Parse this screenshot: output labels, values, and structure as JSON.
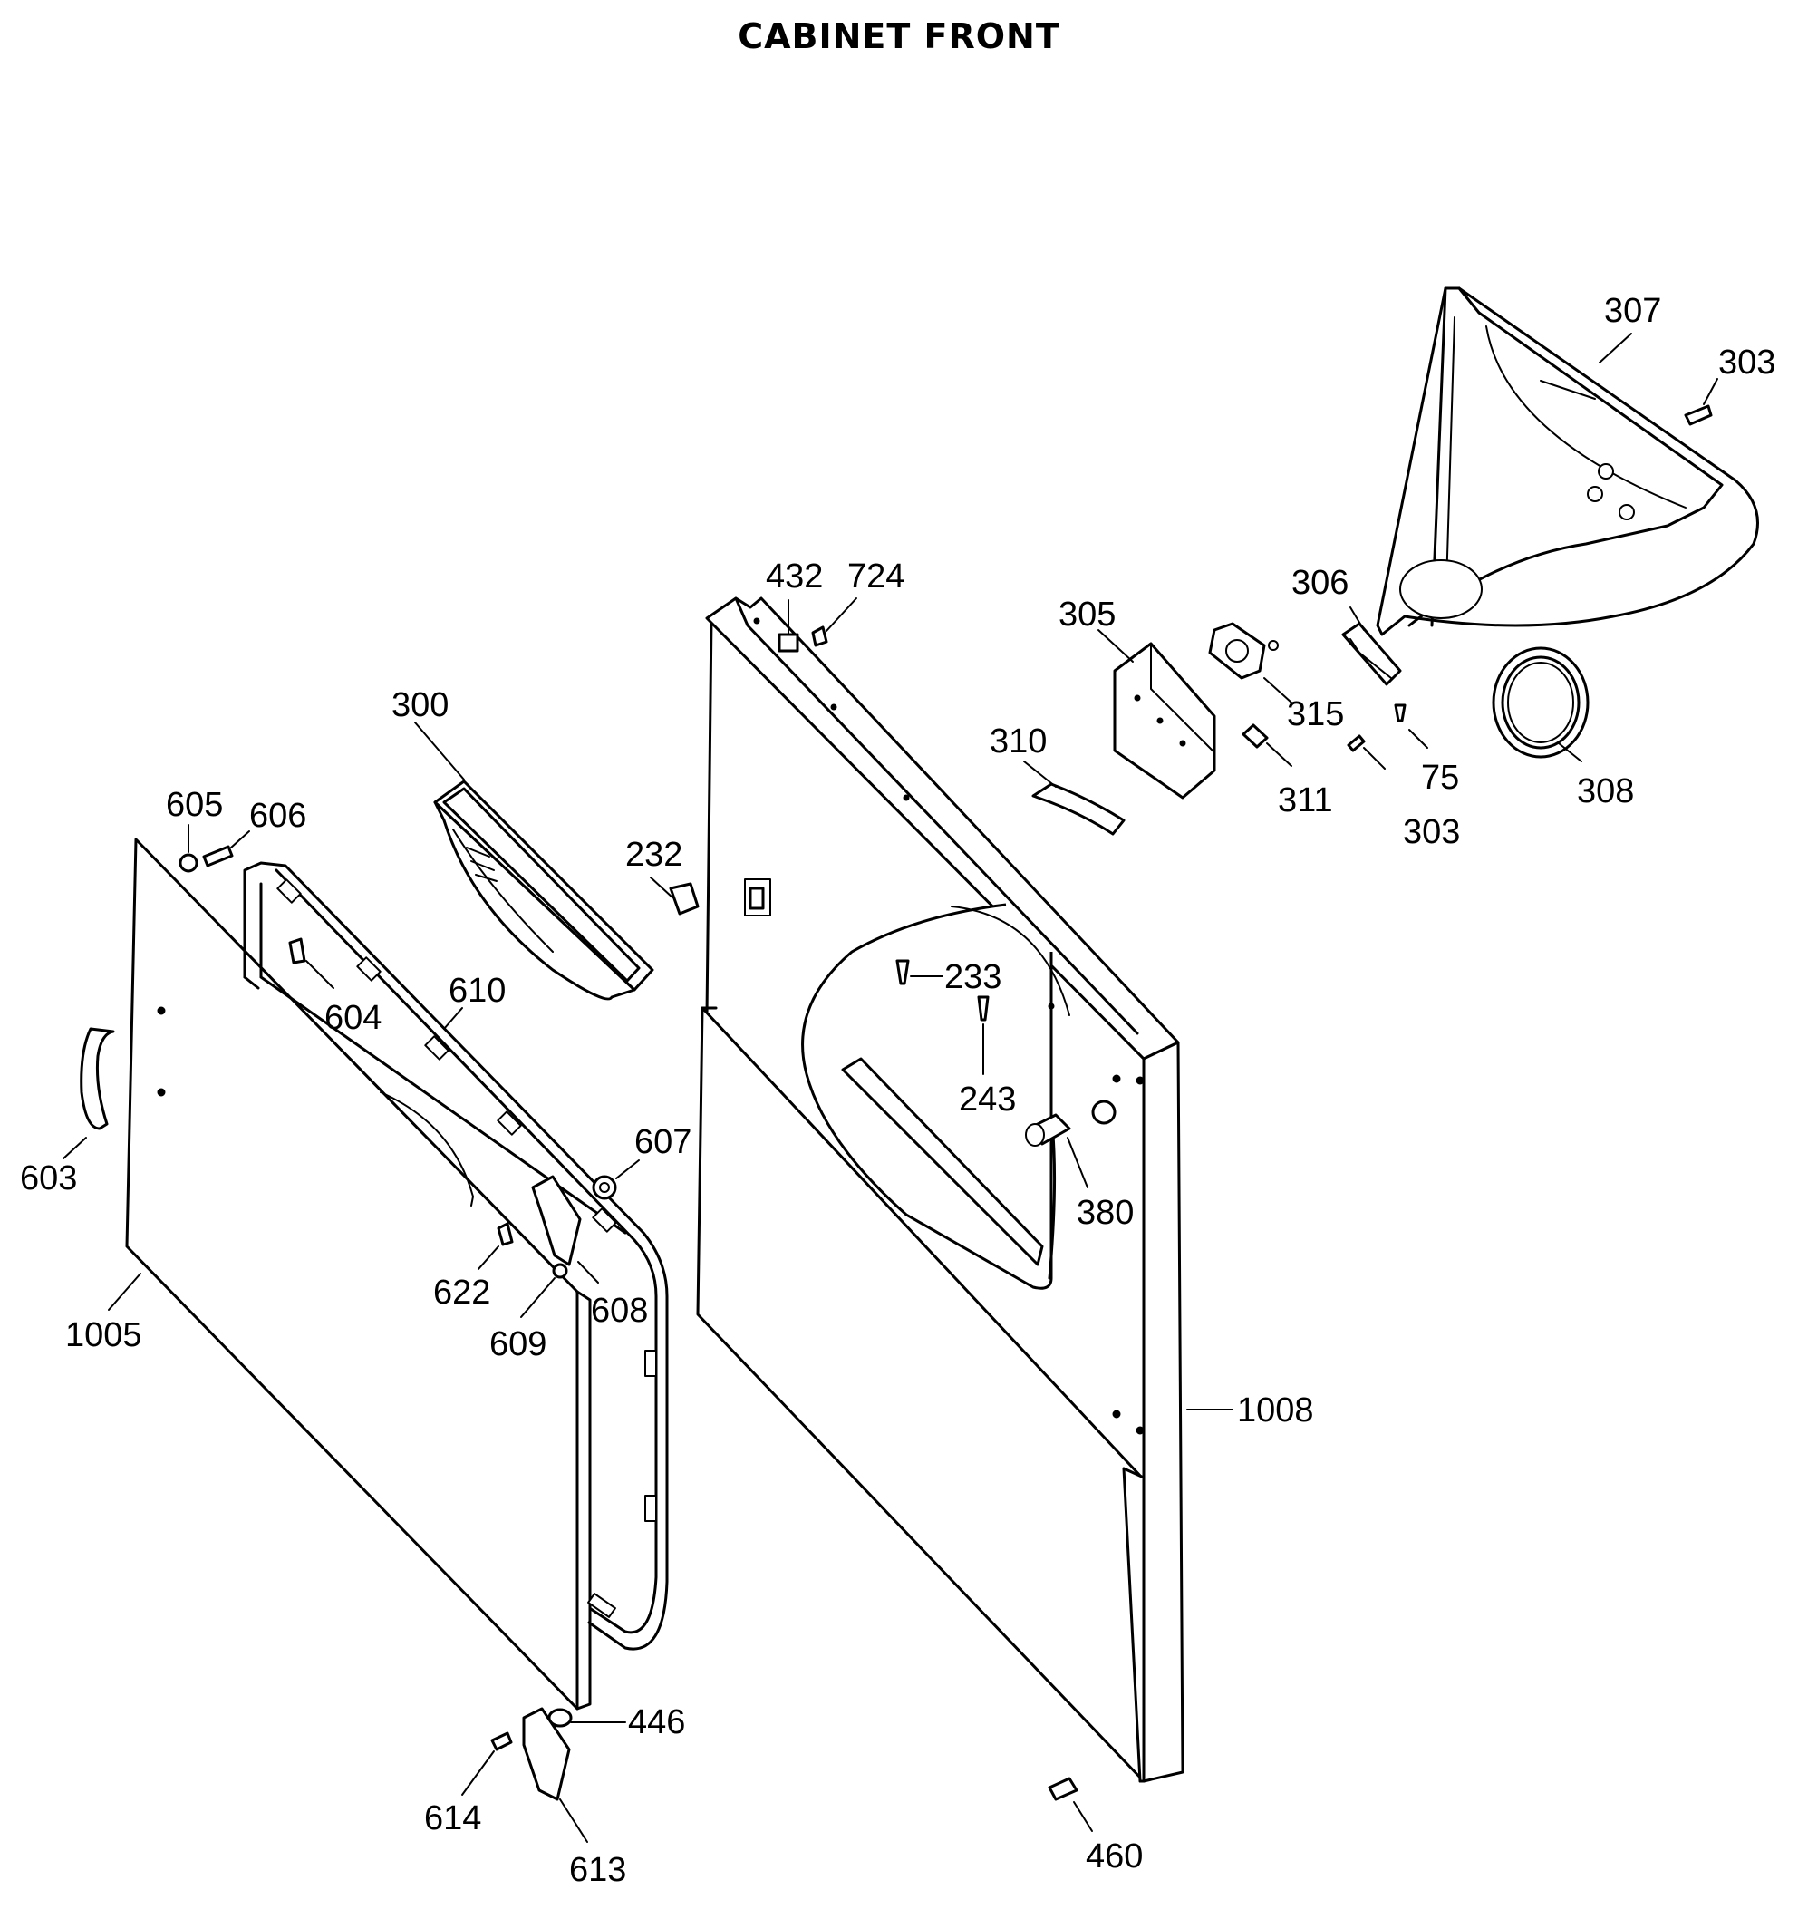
{
  "title": "CABINET FRONT",
  "callouts": {
    "c300": "300",
    "c232": "232",
    "c432": "432",
    "c724": "724",
    "c305": "305",
    "c310": "310",
    "c315": "315",
    "c306": "306",
    "c311": "311",
    "c303a": "303",
    "c75": "75",
    "c303b": "303",
    "c307": "307",
    "c308": "308",
    "c605": "605",
    "c606": "606",
    "c604": "604",
    "c610": "610",
    "c603": "603",
    "c607": "607",
    "c622": "622",
    "c608": "608",
    "c609": "609",
    "c1005": "1005",
    "c233": "233",
    "c243": "243",
    "c380": "380",
    "c1008": "1008",
    "c446": "446",
    "c614": "614",
    "c613": "613",
    "c460": "460"
  }
}
